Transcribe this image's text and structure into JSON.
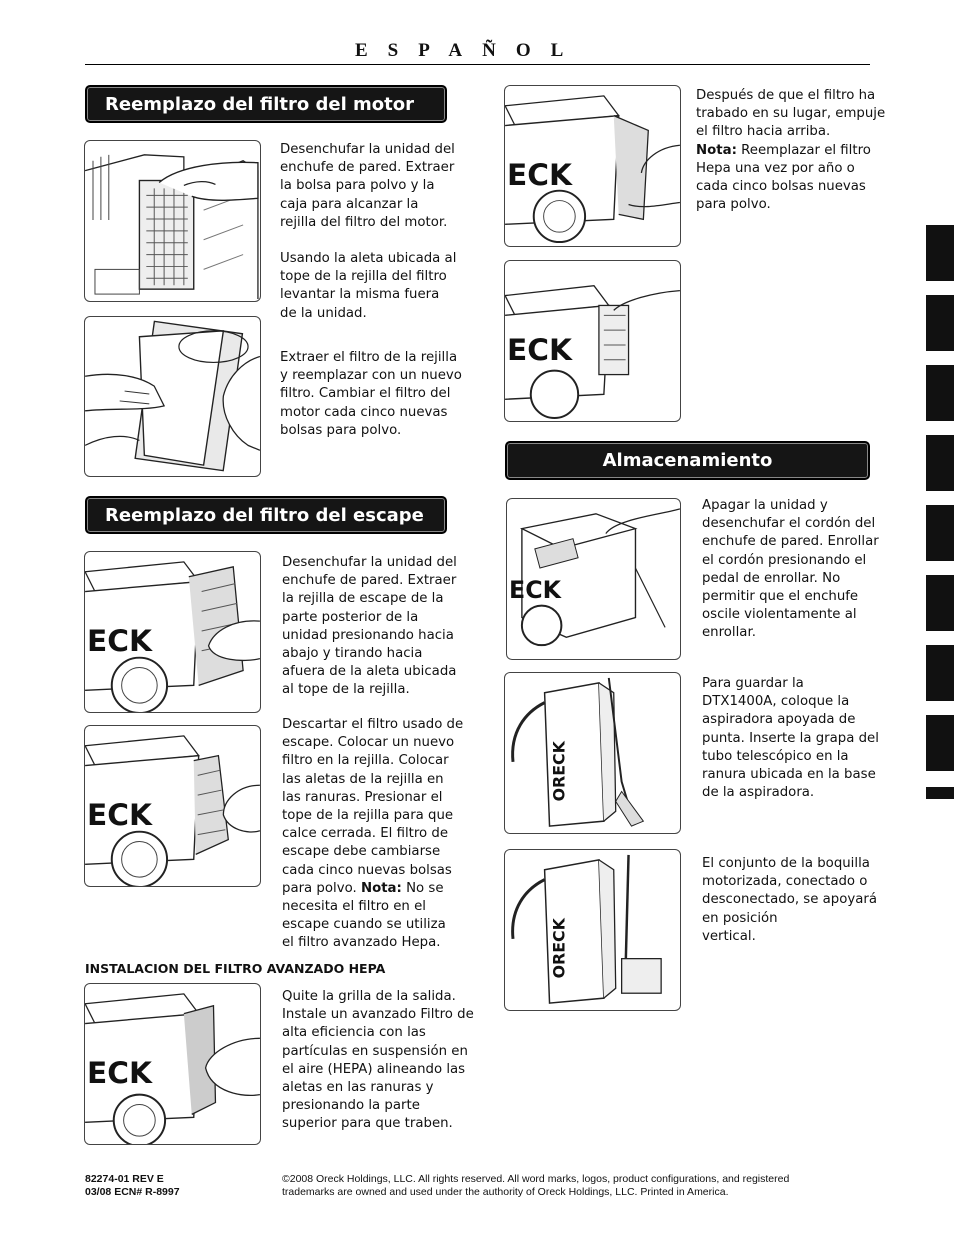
{
  "header": {
    "language": "ESPAÑOL"
  },
  "sections": {
    "motor_filter": {
      "title": "Reemplazo del filtro del motor",
      "step1": "Desenchufar la unidad del\nenchufe de pared. Extraer\nla bolsa para polvo y la\ncaja para alcanzar la\nrejilla del filtro del motor.",
      "step2": "Usando la aleta ubicada al\ntope de la rejilla del filtro\nlevantar la misma fuera\nde la unidad.",
      "step3": "Extraer el filtro de la rejilla\ny reemplazar con un nuevo\nfiltro. Cambiar el filtro del\nmotor cada cinco nuevas\nbolsas para polvo."
    },
    "exhaust_filter": {
      "title": "Reemplazo del filtro del escape",
      "step1": "Desenchufar la unidad del\nenchufe de pared. Extraer\nla rejilla de escape de la\nparte posterior de la\nunidad presionando hacia\nabajo y tirando hacia\nafuera de la aleta ubicada\nal tope de la rejilla.",
      "step2_text": "Descartar el filtro usado de\nescape. Colocar un nuevo\nfiltro en la rejilla. Colocar\nlas aletas de la rejilla en\nlas ranuras. Presionar el\ntope de la rejilla para que\ncalce cerrada. El filtro de\nescape debe cambiarse\ncada cinco nuevas bolsas\npara polvo. ",
      "step2_note_label": "Nota:",
      "step2_note": " No se\nnecesita el filtro en el\nescape cuando se utiliza\nel filtro avanzado Hepa."
    },
    "hepa": {
      "title": "INSTALACION DEL FILTRO AVANZADO HEPA",
      "step1": "Quite la grilla de la salida.\nInstale un avanzado Filtro de\nalta eficiencia con las\npartículas en suspensión en\nel aire (HEPA) alineando las\naletas en las ranuras y\npresionando la parte\nsuperior para que traben.",
      "step2_text": "Después de que el filtro ha\ntrabado en su lugar, empuje\nel filtro hacia arriba.\n",
      "step2_note_label": "Nota:",
      "step2_note": " Reemplazar el filtro\nHepa una vez por año o\ncada cinco bolsas nuevas\npara polvo."
    },
    "storage": {
      "title": "Almacenamiento",
      "step1": "Apagar la unidad y\ndesenchufar el cordón del\nenchufe de pared. Enrollar\nel cordón presionando el\npedal de enrollar. No\npermitir que el enchufe\noscile violentamente al\nenrollar.",
      "step2": "Para guardar la\nDTX1400A, coloque la\naspiradora apoyada de\npunta. Inserte la grapa del\ntubo telescópico en la\nranura ubicada en la base\nde la aspiradora.",
      "step3": "El conjunto de la boquilla\nmotorizada, conectado o\ndesconectado, se apoyará\nen posición\nvertical."
    }
  },
  "illustration_text": {
    "brand": "ECK",
    "brand_full": "ORECK"
  },
  "footer": {
    "part_number": "82274-01 REV E\n03/08 ECN# R-8997",
    "copyright": "©2008 Oreck Holdings, LLC. All rights reserved. All word marks, logos, product configurations, and registered\ntrademarks are owned and used under the authority of Oreck Holdings, LLC.  Printed in America."
  },
  "colors": {
    "banner_bg": "#151515",
    "banner_text": "#ffffff",
    "tab": "#111111"
  }
}
